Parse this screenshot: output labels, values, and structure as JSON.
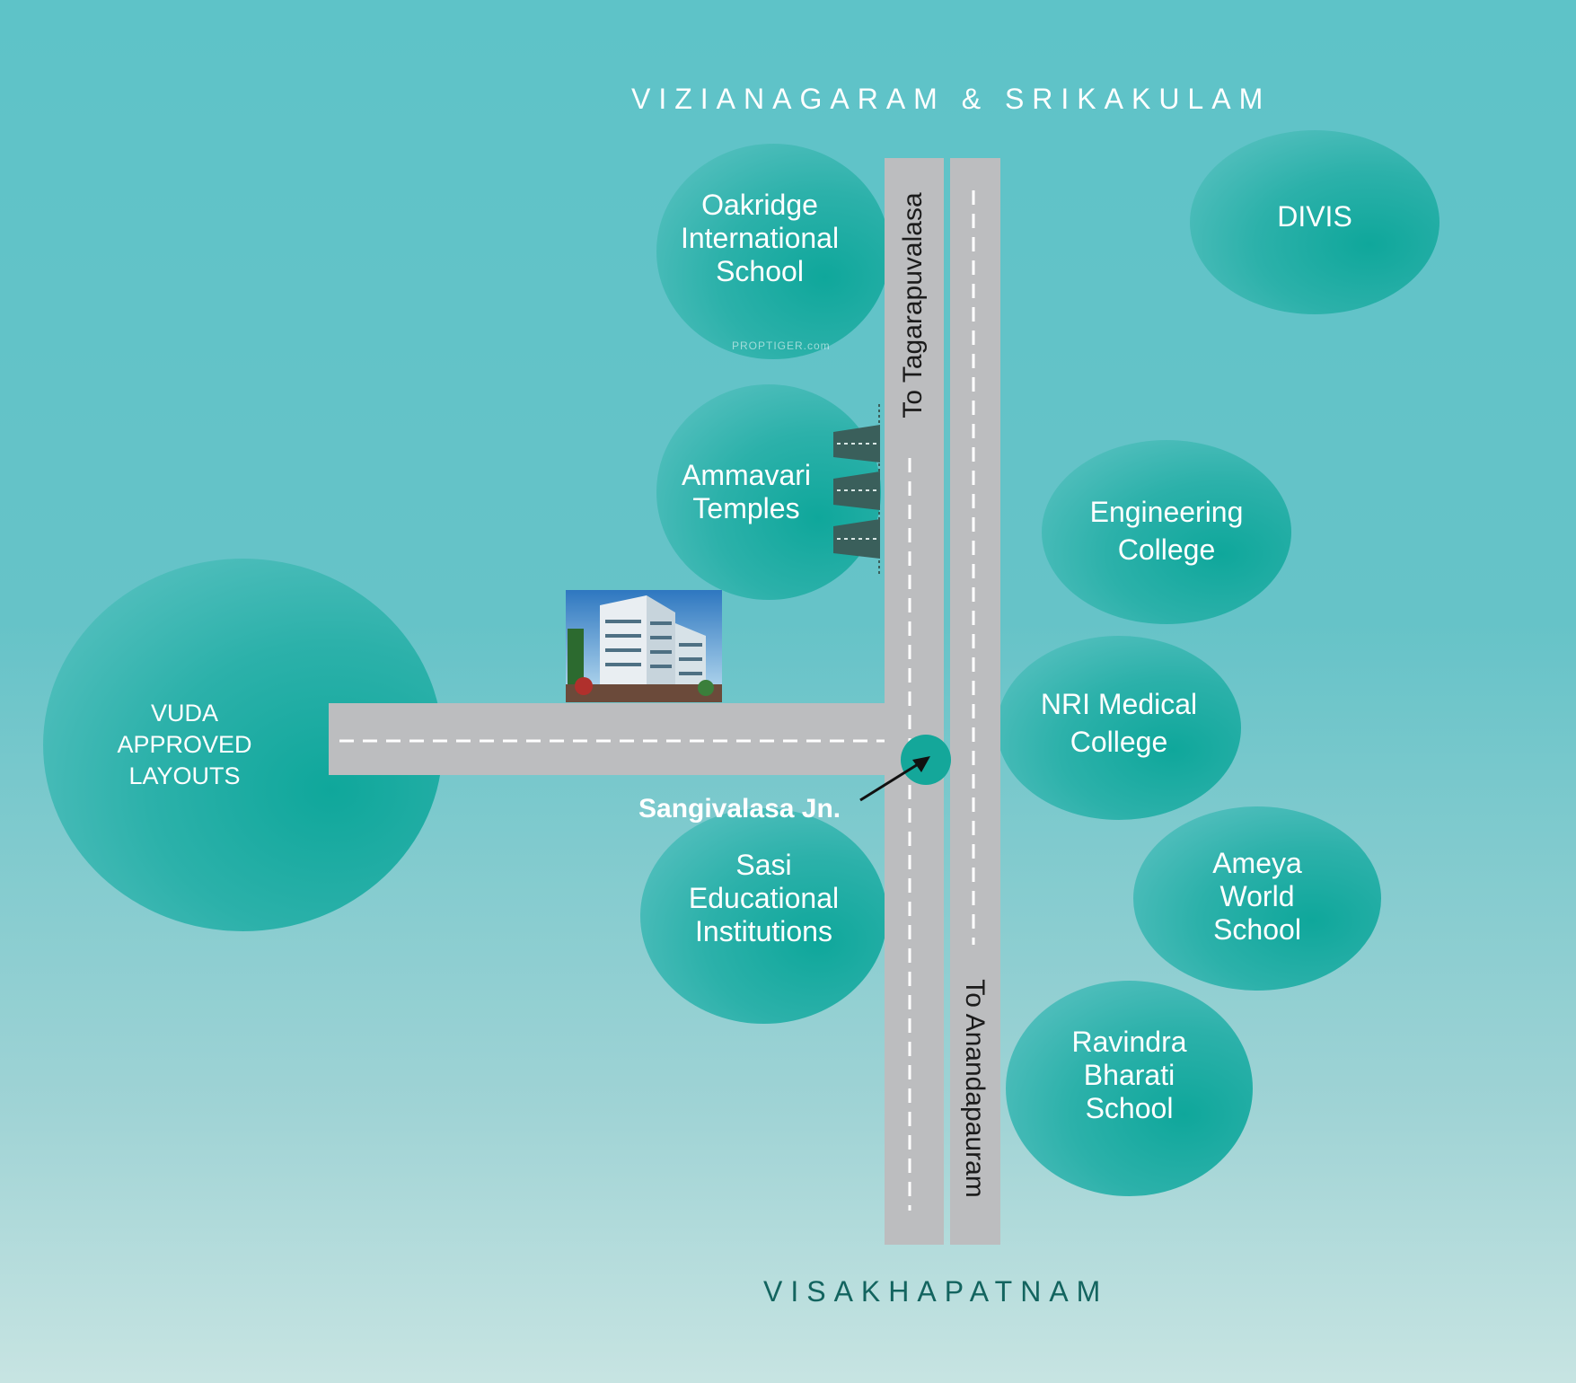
{
  "directions": {
    "north": "VIZIANAGARAM & SRIKAKULAM",
    "south": "VISAKHAPATNAM"
  },
  "roads": {
    "to_tagarapuvalasa": "To Tagarapuvalasa",
    "to_anandapauram": "To Anandapauram"
  },
  "junction": {
    "label": "Sangivalasa Jn."
  },
  "landmarks": {
    "oakridge": "Oakridge\nInternational\nSchool",
    "ammavari": "Ammavari\nTemples",
    "divis": "DIVIS",
    "engineering": "Engineering\nCollege",
    "nri": "NRI Medical\nCollege",
    "ameya": "Ameya\nWorld\nSchool",
    "ravindra": "Ravindra\nBharati\nSchool",
    "sasi": "Sasi\nEducational\nInstitutions",
    "vuda": "VUDA\nAPPROVED\nLAYOUTS"
  },
  "watermark": "PROPTIGER.com",
  "colors": {
    "background_top": "#5ec3c8",
    "blob": "#0fa79b",
    "road": "#bcbdbf",
    "south_label": "#13645f"
  }
}
